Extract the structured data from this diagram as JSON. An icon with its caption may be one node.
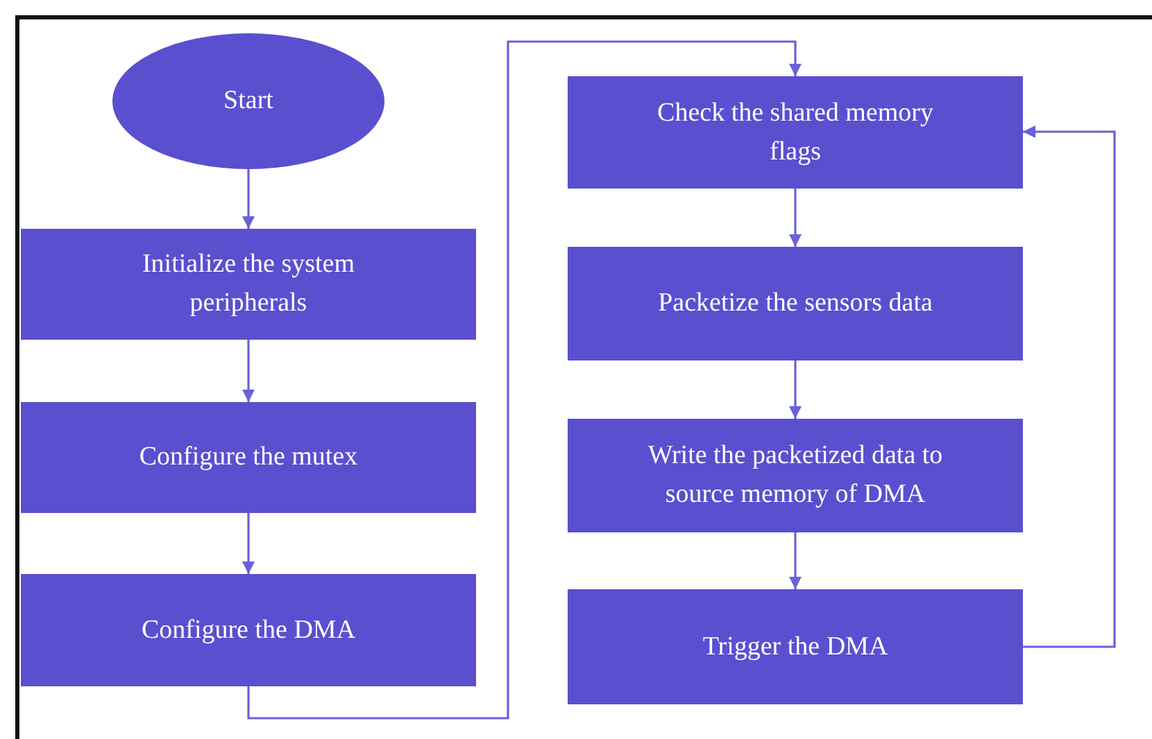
{
  "diagram": {
    "nodes": [
      {
        "text": [
          "Start"
        ]
      },
      {
        "text": [
          "Initialize the system peripherals"
        ]
      },
      {
        "text": [
          "Configure the mutex"
        ]
      },
      {
        "text": [
          "Configure the DMA"
        ]
      },
      {
        "text": [
          "Check the shared memory flags"
        ]
      },
      {
        "text": [
          "Packetize the sensors data"
        ]
      },
      {
        "text": [
          "Write the packetized data to source memory of DMA"
        ]
      },
      {
        "text": [
          "Trigger the DMA"
        ]
      }
    ],
    "edges": [
      {
        "from": 0,
        "to": 1,
        "arrow": "to"
      },
      {
        "from": 1,
        "to": 2,
        "arrow": "to"
      },
      {
        "from": 2,
        "to": 3,
        "arrow": "to"
      },
      {
        "from": 3,
        "to": 4,
        "arrow": "to"
      },
      {
        "from": 4,
        "to": 5,
        "arrow": "to"
      },
      {
        "from": 5,
        "to": 6,
        "arrow": "to"
      },
      {
        "from": 6,
        "to": 7,
        "arrow": "to"
      },
      {
        "from": 7,
        "to": 4,
        "arrow": "to"
      }
    ]
  }
}
